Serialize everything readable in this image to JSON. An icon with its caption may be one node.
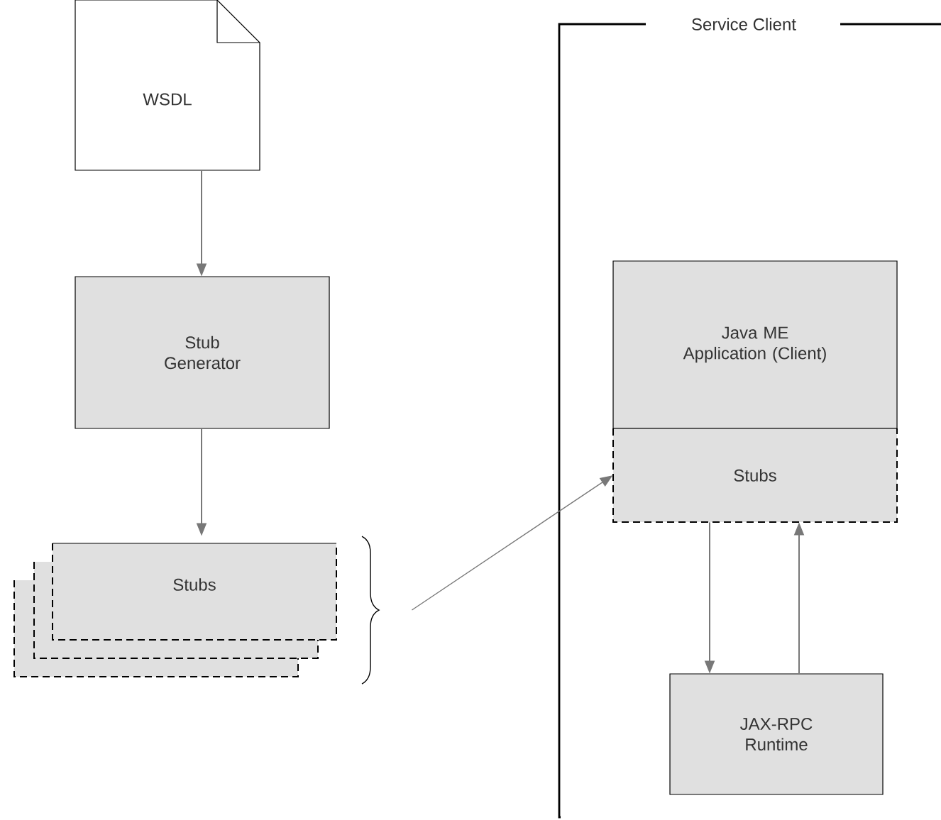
{
  "diagram": {
    "nodes": [
      {
        "text": [
          "WSDL"
        ]
      },
      {
        "text": [
          "Stub Generator"
        ]
      },
      {
        "text": [
          "Stubs"
        ]
      },
      {
        "text": [
          "Service Client"
        ]
      },
      {
        "text": [
          "Java ME Application (Client)"
        ],
        "in": 3
      },
      {
        "text": [
          "Stubs"
        ],
        "in": 3
      },
      {
        "text": [
          "JAX-RPC Runtime"
        ],
        "in": 3
      }
    ],
    "edges": [
      {
        "from": 0,
        "to": 1,
        "arrow": "to"
      },
      {
        "from": 1,
        "to": 2,
        "arrow": "to"
      },
      {
        "from": 2,
        "to": 5,
        "arrow": "to"
      },
      {
        "from": 5,
        "to": 6,
        "arrow": "to"
      },
      {
        "from": 6,
        "to": 5,
        "arrow": "to"
      }
    ]
  }
}
